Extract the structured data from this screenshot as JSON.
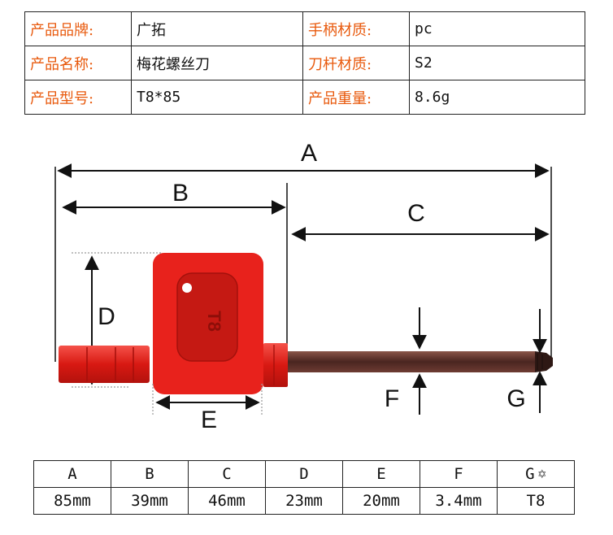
{
  "spec_table": {
    "rows": [
      [
        {
          "label": "产品品牌:",
          "value": "广拓"
        },
        {
          "label": "手柄材质:",
          "value": "pc"
        }
      ],
      [
        {
          "label": "产品名称:",
          "value": "梅花螺丝刀"
        },
        {
          "label": "刀杆材质:",
          "value": "S2"
        }
      ],
      [
        {
          "label": "产品型号:",
          "value": "T8*85"
        },
        {
          "label": "产品重量:",
          "value": "8.6g"
        }
      ]
    ]
  },
  "diagram": {
    "labels": {
      "a": "A",
      "b": "B",
      "c": "C",
      "d": "D",
      "e": "E",
      "f": "F",
      "g": "G"
    },
    "handle_stamp": "T8",
    "colors": {
      "handle": "#e8221c",
      "handle_dark": "#b3140f",
      "shaft": "#5b2f27",
      "line": "#111111"
    }
  },
  "dim_table": {
    "headers": [
      "A",
      "B",
      "C",
      "D",
      "E",
      "F",
      "G"
    ],
    "torx_symbol": "✡",
    "values": [
      "85mm",
      "39mm",
      "46mm",
      "23mm",
      "20mm",
      "3.4mm",
      "T8"
    ]
  }
}
